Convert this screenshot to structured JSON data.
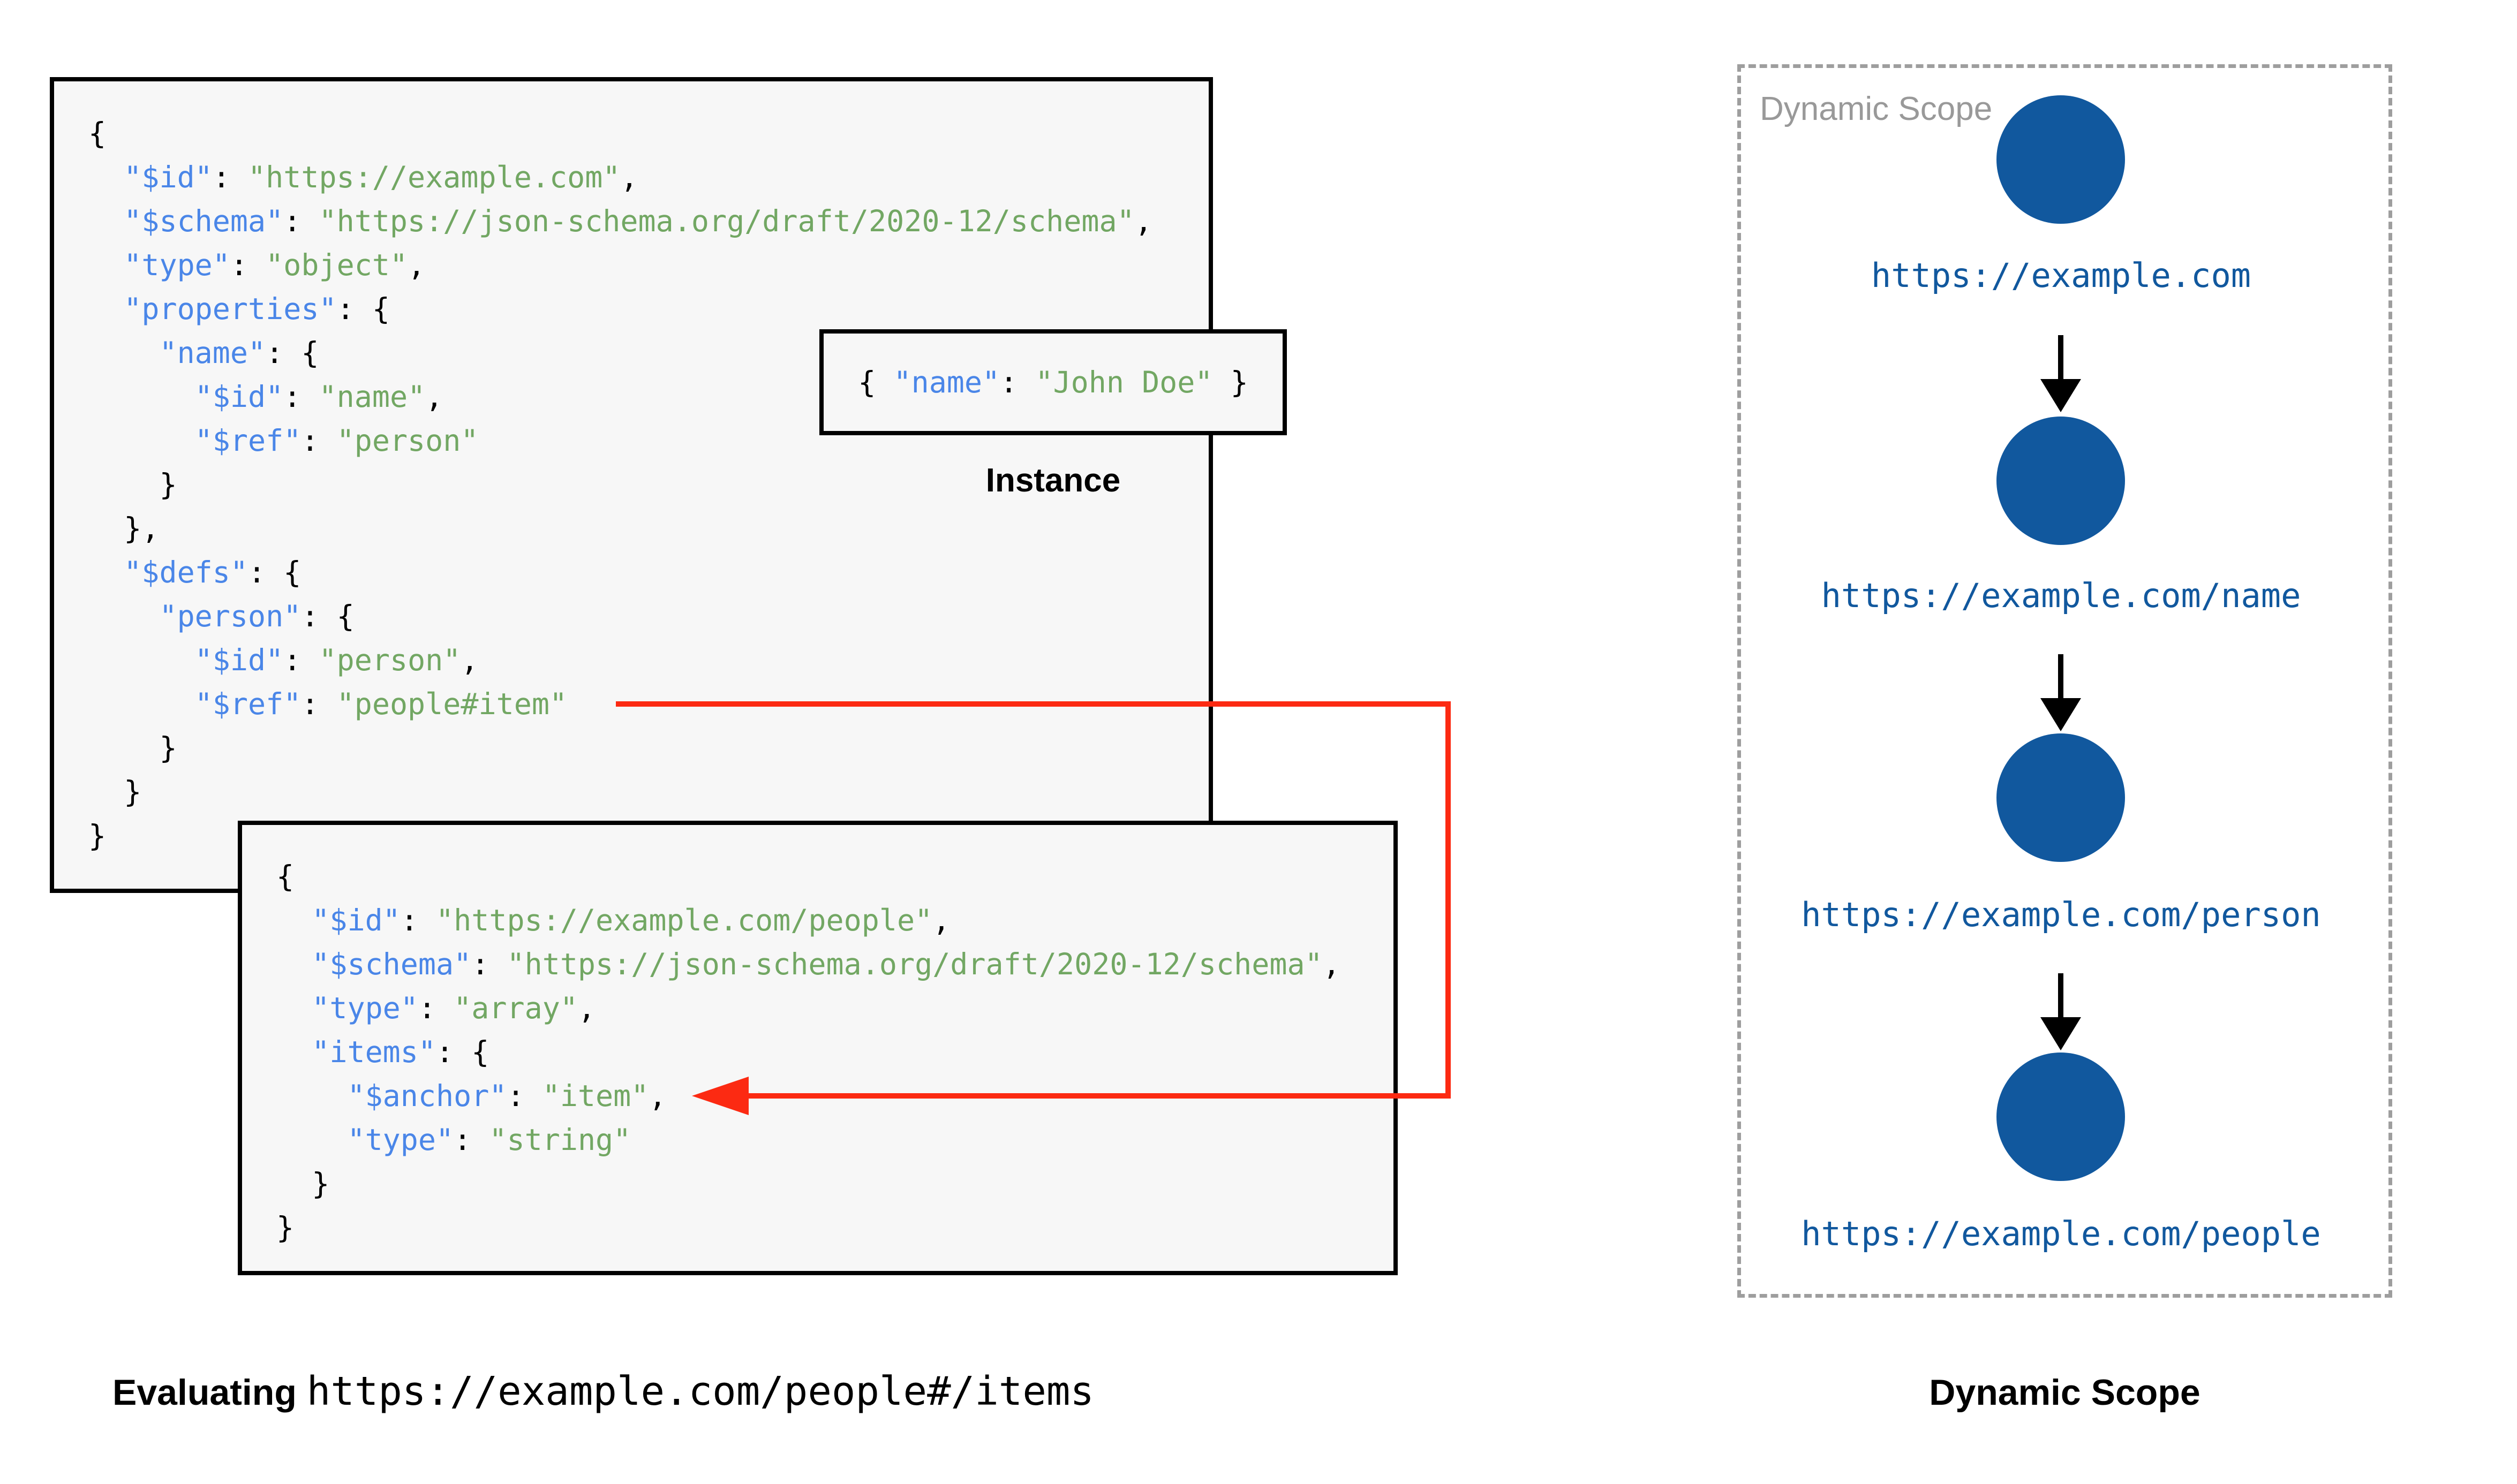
{
  "colors": {
    "background": "#ffffff",
    "box_background": "#f7f7f7",
    "box_border": "#000000",
    "code_key_blue": "#4a86e8",
    "code_string_green": "#72a763",
    "code_punctuation_black": "#000000",
    "node_blue": "#11589e",
    "url_text_blue": "#11589e",
    "red_arrow": "#fc2a12",
    "dashed_border_gray": "#9e9e9e",
    "watermark_gray": "#999999"
  },
  "schema_box": {
    "code": [
      [
        [
          "p",
          "{"
        ]
      ],
      [
        [
          "p",
          "  "
        ],
        [
          "k",
          "\"$id\""
        ],
        [
          "p",
          ": "
        ],
        [
          "s",
          "\"https://example.com\""
        ],
        [
          "p",
          ","
        ]
      ],
      [
        [
          "p",
          "  "
        ],
        [
          "k",
          "\"$schema\""
        ],
        [
          "p",
          ": "
        ],
        [
          "s",
          "\"https://json-schema.org/draft/2020-12/schema\""
        ],
        [
          "p",
          ","
        ]
      ],
      [
        [
          "p",
          "  "
        ],
        [
          "k",
          "\"type\""
        ],
        [
          "p",
          ": "
        ],
        [
          "s",
          "\"object\""
        ],
        [
          "p",
          ","
        ]
      ],
      [
        [
          "p",
          "  "
        ],
        [
          "k",
          "\"properties\""
        ],
        [
          "p",
          ": {"
        ]
      ],
      [
        [
          "p",
          "    "
        ],
        [
          "k",
          "\"name\""
        ],
        [
          "p",
          ": {"
        ]
      ],
      [
        [
          "p",
          "      "
        ],
        [
          "k",
          "\"$id\""
        ],
        [
          "p",
          ": "
        ],
        [
          "s",
          "\"name\""
        ],
        [
          "p",
          ","
        ]
      ],
      [
        [
          "p",
          "      "
        ],
        [
          "k",
          "\"$ref\""
        ],
        [
          "p",
          ": "
        ],
        [
          "s",
          "\"person\""
        ]
      ],
      [
        [
          "p",
          "    }"
        ]
      ],
      [
        [
          "p",
          "  },"
        ]
      ],
      [
        [
          "p",
          "  "
        ],
        [
          "k",
          "\"$defs\""
        ],
        [
          "p",
          ": {"
        ]
      ],
      [
        [
          "p",
          "    "
        ],
        [
          "k",
          "\"person\""
        ],
        [
          "p",
          ": {"
        ]
      ],
      [
        [
          "p",
          "      "
        ],
        [
          "k",
          "\"$id\""
        ],
        [
          "p",
          ": "
        ],
        [
          "s",
          "\"person\""
        ],
        [
          "p",
          ","
        ]
      ],
      [
        [
          "p",
          "      "
        ],
        [
          "k",
          "\"$ref\""
        ],
        [
          "p",
          ": "
        ],
        [
          "s",
          "\"people#item\""
        ]
      ],
      [
        [
          "p",
          "    }"
        ]
      ],
      [
        [
          "p",
          "  }"
        ]
      ],
      [
        [
          "p",
          "}"
        ]
      ]
    ]
  },
  "people_box": {
    "code": [
      [
        [
          "p",
          "{"
        ]
      ],
      [
        [
          "p",
          "  "
        ],
        [
          "k",
          "\"$id\""
        ],
        [
          "p",
          ": "
        ],
        [
          "s",
          "\"https://example.com/people\""
        ],
        [
          "p",
          ","
        ]
      ],
      [
        [
          "p",
          "  "
        ],
        [
          "k",
          "\"$schema\""
        ],
        [
          "p",
          ": "
        ],
        [
          "s",
          "\"https://json-schema.org/draft/2020-12/schema\""
        ],
        [
          "p",
          ","
        ]
      ],
      [
        [
          "p",
          "  "
        ],
        [
          "k",
          "\"type\""
        ],
        [
          "p",
          ": "
        ],
        [
          "s",
          "\"array\""
        ],
        [
          "p",
          ","
        ]
      ],
      [
        [
          "p",
          "  "
        ],
        [
          "k",
          "\"items\""
        ],
        [
          "p",
          ": {"
        ]
      ],
      [
        [
          "p",
          "    "
        ],
        [
          "k",
          "\"$anchor\""
        ],
        [
          "p",
          ": "
        ],
        [
          "s",
          "\"item\""
        ],
        [
          "p",
          ","
        ]
      ],
      [
        [
          "p",
          "    "
        ],
        [
          "k",
          "\"type\""
        ],
        [
          "p",
          ": "
        ],
        [
          "s",
          "\"string\""
        ]
      ],
      [
        [
          "p",
          "  }"
        ]
      ],
      [
        [
          "p",
          "}"
        ]
      ]
    ]
  },
  "instance": {
    "label": "Instance",
    "code": [
      [
        [
          "p",
          "{ "
        ],
        [
          "k",
          "\"name\""
        ],
        [
          "p",
          ": "
        ],
        [
          "s",
          "\"John Doe\""
        ],
        [
          "p",
          " }"
        ]
      ]
    ]
  },
  "dynamic_scope": {
    "watermark": "Dynamic Scope",
    "title": "Dynamic Scope",
    "nodes": [
      {
        "url": "https://example.com"
      },
      {
        "url": "https://example.com/name"
      },
      {
        "url": "https://example.com/person"
      },
      {
        "url": "https://example.com/people"
      }
    ]
  },
  "captions": {
    "evaluating_label": "Evaluating",
    "evaluating_uri": "https://example.com/people#/items"
  }
}
